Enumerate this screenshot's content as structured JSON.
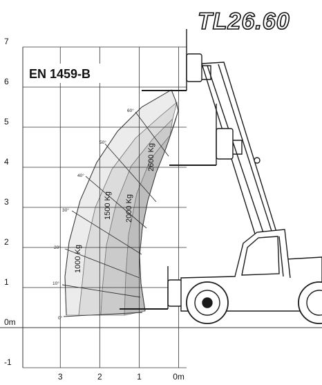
{
  "header": {
    "model_logo": "TL26.60"
  },
  "panel": {
    "standard_label": "EN 1459-B"
  },
  "chart_data": {
    "type": "load-chart",
    "title": "",
    "xlabel": "",
    "ylabel": "",
    "x_ticks": [
      {
        "value": 3,
        "label": "3"
      },
      {
        "value": 2,
        "label": "2"
      },
      {
        "value": 1,
        "label": "1"
      },
      {
        "value": 0,
        "label": "0m"
      }
    ],
    "y_ticks": [
      {
        "value": 7,
        "label": "7"
      },
      {
        "value": 6,
        "label": "6"
      },
      {
        "value": 5,
        "label": "5"
      },
      {
        "value": 4,
        "label": "4"
      },
      {
        "value": 3,
        "label": "3"
      },
      {
        "value": 2,
        "label": "2"
      },
      {
        "value": 1,
        "label": "1"
      },
      {
        "value": 0,
        "label": "0m"
      },
      {
        "value": -1,
        "label": "-1"
      }
    ],
    "xlim": [
      3.95,
      -0.2
    ],
    "ylim": [
      -1,
      7
    ],
    "grid": true,
    "angle_labels": [
      "0°",
      "10°",
      "20°",
      "30°",
      "40°",
      "50°",
      "60°"
    ],
    "load_zones": [
      {
        "label": "1000 Kg",
        "color": "#ececec"
      },
      {
        "label": "1500 Kg",
        "color": "#dcdcdc"
      },
      {
        "label": "2000 Kg",
        "color": "#cbcbcb"
      },
      {
        "label": "2600 Kg",
        "color": "#bdbdbd"
      }
    ]
  }
}
